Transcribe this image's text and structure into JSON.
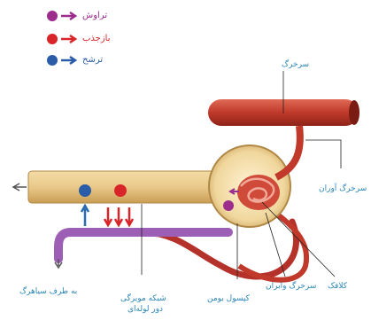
{
  "legend": {
    "items": [
      {
        "key": "filtration",
        "label": "تراوش",
        "color": "#9c2d8c"
      },
      {
        "key": "reabsorption",
        "label": "بازجذب",
        "color": "#d9252a"
      },
      {
        "key": "secretion",
        "label": "ترشح",
        "color": "#2b5ca8"
      }
    ]
  },
  "labels": {
    "afferent_artery": "سرخرگ",
    "efferent_arteriole": "سرخرگ آوران",
    "towards_vein": "به طرف سیاهرگ",
    "peritubular_network_line1": "شبکه مویرگی",
    "peritubular_network_line2": "دور لوله‌ای",
    "bowman_capsule": "کپسول بومن",
    "efferent_arteriole_2": "سرخرگ وابران",
    "glomerulus": "کلافک"
  },
  "colors": {
    "tubule": "#e9c98a",
    "artery": "#c0392b",
    "vein": "#9c5fb5",
    "label_text": "#2b86b8",
    "arrow_blue": "#2b6cb0"
  }
}
